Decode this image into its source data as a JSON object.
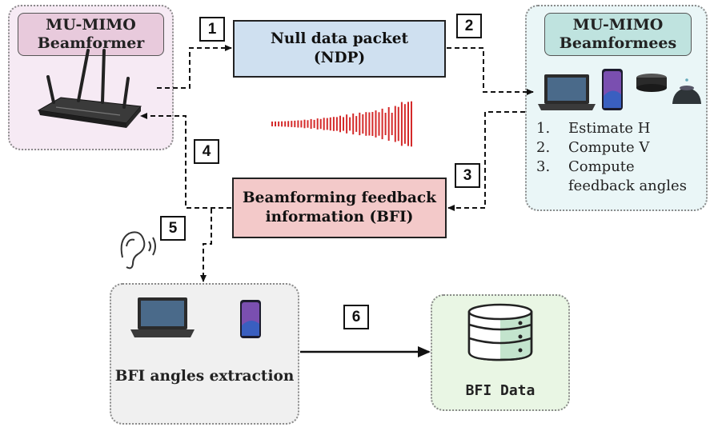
{
  "beamformer": {
    "title_line1": "MU-MIMO",
    "title_line2": "Beamformer"
  },
  "beamformees": {
    "title_line1": "MU-MIMO",
    "title_line2": "Beamformees",
    "steps": [
      {
        "num": "1.",
        "text": "Estimate H"
      },
      {
        "num": "2.",
        "text": "Compute V"
      },
      {
        "num": "3.",
        "text": "Compute"
      },
      {
        "num": "",
        "text": "feedback angles"
      }
    ]
  },
  "ndp": {
    "line1": "Null data packet",
    "line2": "(NDP)"
  },
  "bfi": {
    "line1": "Beamforming feedback",
    "line2": "information (BFI)"
  },
  "extraction": {
    "label": "BFI angles extraction"
  },
  "data": {
    "label": "BFI Data"
  },
  "step_numbers": [
    "1",
    "2",
    "3",
    "4",
    "5",
    "6"
  ],
  "colors": {
    "beamformer_bg": "#f6eaf4",
    "beamformer_pill": "#e8cadc",
    "beamformees_bg": "#eaf6f7",
    "beamformees_pill": "#bfe3df",
    "ndp_box": "#cfe0f0",
    "bfi_box": "#f3c9c9",
    "extraction_bg": "#f0f0f0",
    "data_bg": "#e9f6e4",
    "signal": "#d42a2a"
  },
  "icons": [
    "router-icon",
    "laptop-icon",
    "smartphone-icon",
    "smart-speaker-icon",
    "ear-icon",
    "database-icon"
  ]
}
